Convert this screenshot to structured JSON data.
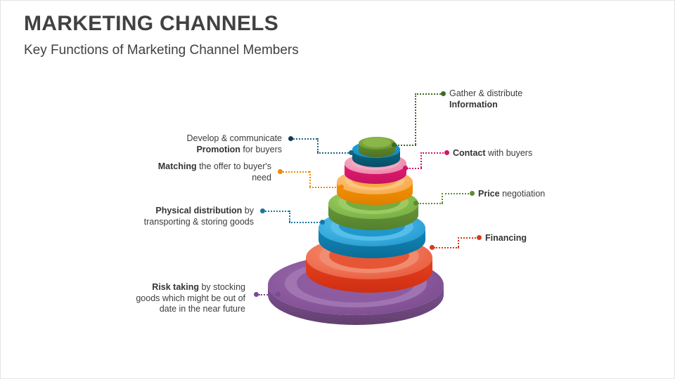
{
  "slide": {
    "title": "MARKETING CHANNELS",
    "subtitle": "Key Functions of Marketing Channel Members",
    "background": "#ffffff",
    "title_color": "#414141"
  },
  "chart_data": {
    "type": "pie",
    "title": "Key Functions of Marketing Channel Members",
    "subtype": "3d-stacked-disc-cone",
    "layer_count": 8,
    "layers": [
      {
        "index": 1,
        "name": "Information",
        "top_color": "#7aa73c",
        "side_color": "#5c8228",
        "position": "top"
      },
      {
        "index": 2,
        "name": "Contact",
        "top_color": "#1b9ad6",
        "side_color": "#0a5f7a",
        "position": "2"
      },
      {
        "index": 3,
        "name": "Promotion",
        "top_color": "#f2a0bc",
        "side_color": "#e0196e",
        "position": "3"
      },
      {
        "index": 4,
        "name": "Matching",
        "top_color": "#fbb96a",
        "side_color": "#f08a00",
        "position": "4"
      },
      {
        "index": 5,
        "name": "Price negotiation",
        "top_color": "#8cc253",
        "side_color": "#5d8c30",
        "position": "5"
      },
      {
        "index": 6,
        "name": "Physical distribution",
        "top_color": "#3fb2e3",
        "side_color": "#0d7ba8",
        "position": "6"
      },
      {
        "index": 7,
        "name": "Financing",
        "top_color": "#f1785a",
        "side_color": "#dc3216",
        "position": "7"
      },
      {
        "index": 8,
        "name": "Risk taking",
        "top_color": "#8b5a9e",
        "side_color": "#6e4484",
        "position": "base"
      }
    ]
  },
  "callouts": [
    {
      "id": "information",
      "side": "right",
      "color": "#3d6b21",
      "text_html": "Gather &amp; distribute<br><b>Information</b>",
      "line1": "Gather & distribute",
      "line2_bold": "Information"
    },
    {
      "id": "contact",
      "side": "right",
      "color": "#d2156b",
      "text_html": "<b>Contact</b> with buyers",
      "bold_part": "Contact",
      "rest": " with buyers"
    },
    {
      "id": "price-negotiation",
      "side": "right",
      "color": "#5d8c30",
      "text_html": "<b>Price</b> negotiation",
      "bold_part": "Price",
      "rest": " negotiation"
    },
    {
      "id": "financing",
      "side": "right",
      "color": "#d83a1c",
      "text_html": "<b>Financing</b>",
      "bold_part": "Financing",
      "rest": ""
    },
    {
      "id": "promotion",
      "side": "left",
      "color": "#123a51",
      "text_html": "Develop &amp; communicate<br><b>promotion</b> for buyers",
      "line1": "Develop & communicate",
      "line2": "promotion for buyers"
    },
    {
      "id": "matching",
      "side": "left",
      "color": "#f08a00",
      "text_html": "<b>Matching</b> the offer to buyer's<br>need",
      "line1": "Matching the offer to buyer's",
      "line2": "need"
    },
    {
      "id": "physical-distribution",
      "side": "left",
      "color": "#1778a0",
      "text_html": "<b>Physical distribution</b> by<br>transporting &amp; storing goods",
      "line1": "Physical distribution by",
      "line2": "transporting & storing goods"
    },
    {
      "id": "risk-taking",
      "side": "left",
      "color": "#7b4a92",
      "text_html": "<b>Risk taking</b> by stocking<br>goods which might be out of<br>date in the near future",
      "line1": "Risk taking by stocking",
      "line2": "goods which might be out of",
      "line3": "date in the near future"
    }
  ]
}
